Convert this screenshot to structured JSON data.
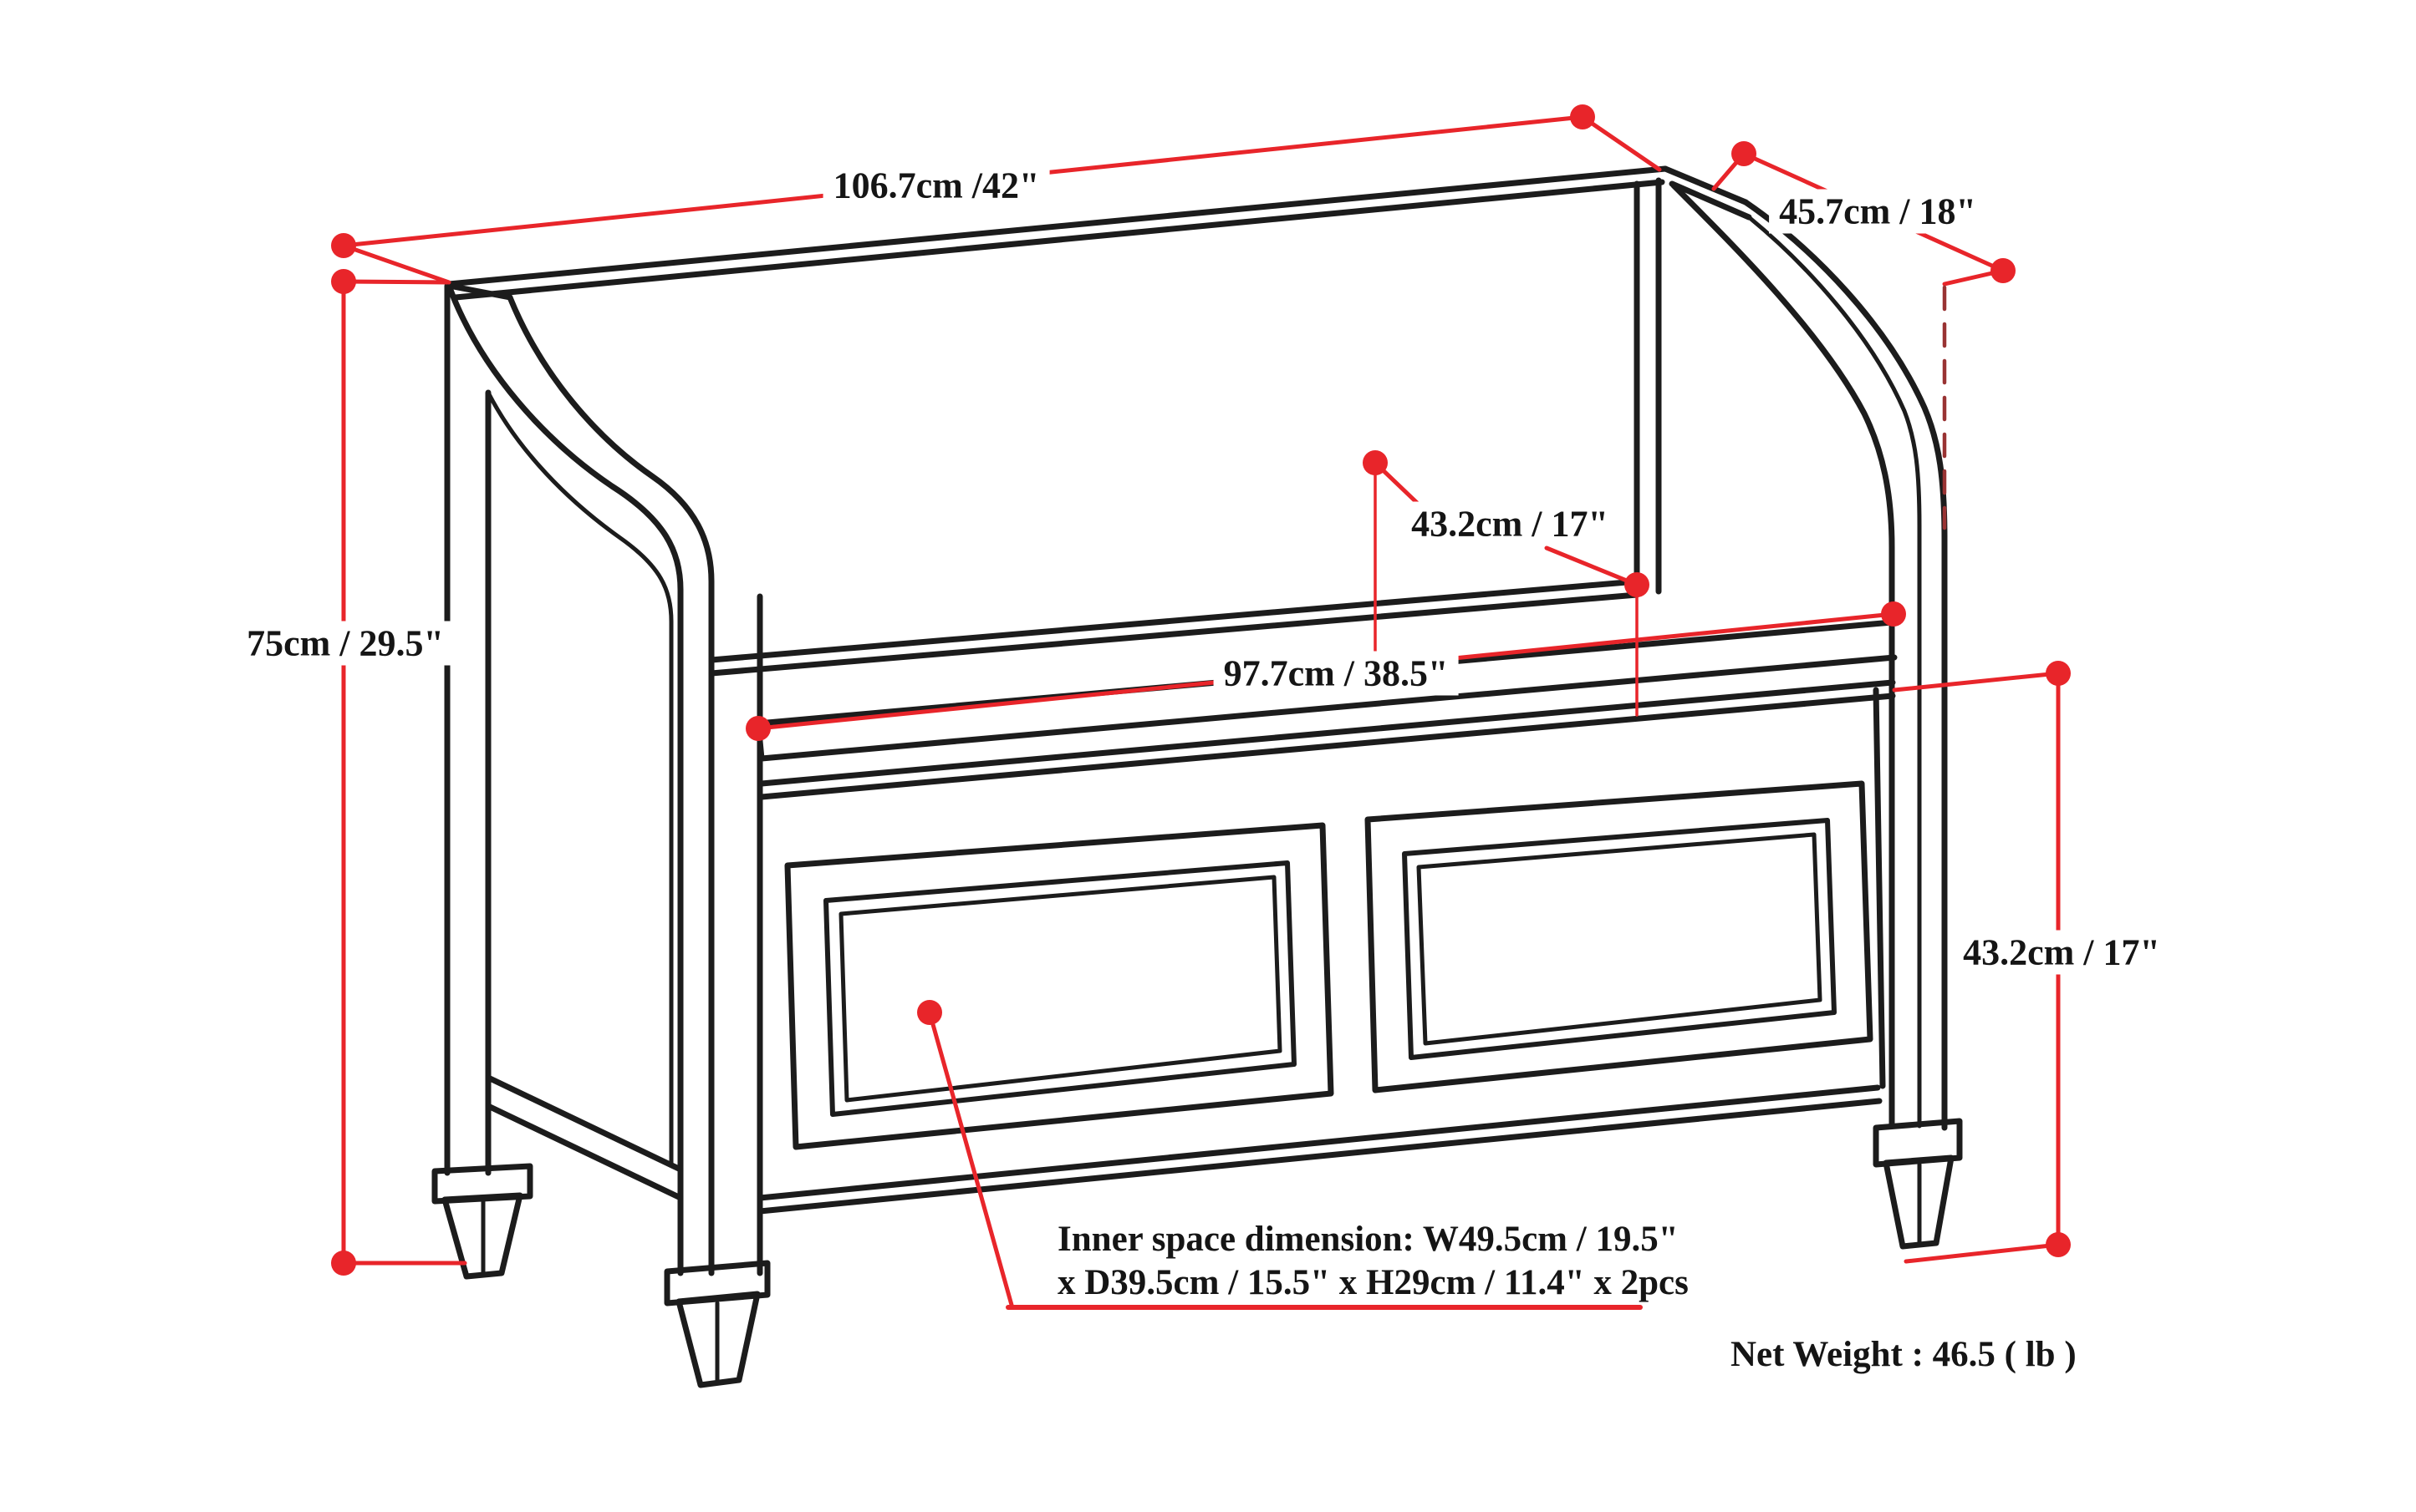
{
  "figure": {
    "type": "furniture dimensional line drawing",
    "subject": "entryway storage bench",
    "background_color": "#ffffff",
    "outline_color": "#1c1c1c",
    "dimension_color": "#e8252a"
  },
  "labels": {
    "overall_width": "106.7cm /42\"",
    "overall_depth": "45.7cm / 18\"",
    "overall_height": "75cm / 29.5\"",
    "seat_width": "97.7cm / 38.5\"",
    "seat_clearance": "43.2cm / 17\"",
    "seat_height": "43.2cm / 17\"",
    "inner_space_line1": "Inner space dimension: W49.5cm / 19.5\"",
    "inner_space_line2": "x D39.5cm / 15.5\" x H29cm / 11.4\" x 2pcs",
    "net_weight": "Net Weight : 46.5 ( lb )"
  }
}
